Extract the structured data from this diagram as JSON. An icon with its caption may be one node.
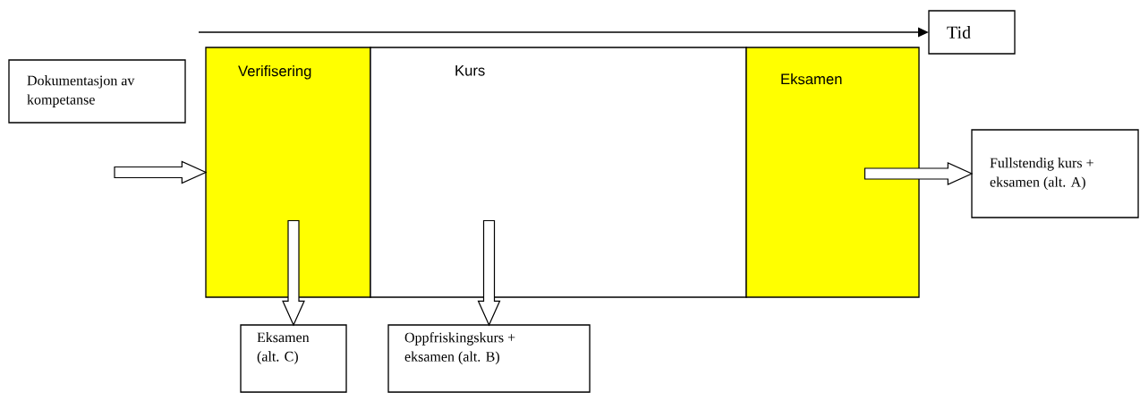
{
  "diagram": {
    "nodes": [
      {
        "text": [
          "Dokumentasjon av kompetanse"
        ]
      },
      {
        "text": [
          "Verifisering"
        ]
      },
      {
        "text": [
          "Kurs"
        ]
      },
      {
        "text": [
          "Eksamen"
        ]
      },
      {
        "text": [
          "Tid"
        ]
      },
      {
        "text": [
          "Fullstendig kurs + eksamen (alt. A)"
        ]
      },
      {
        "text": [
          "Eksamen (alt. C)"
        ]
      },
      {
        "text": [
          "Oppfriskingskurs + eksamen (alt. B)"
        ]
      }
    ],
    "edges": [
      {
        "from": null,
        "to": 4,
        "arrow": "to"
      },
      {
        "from": null,
        "to": 1,
        "arrow": "to",
        "style": "thick"
      },
      {
        "from": 1,
        "to": 6,
        "arrow": "to",
        "style": "thick"
      },
      {
        "from": 2,
        "to": 7,
        "arrow": "to",
        "style": "thick"
      },
      {
        "from": 3,
        "to": 5,
        "arrow": "to",
        "style": "thick"
      }
    ]
  }
}
